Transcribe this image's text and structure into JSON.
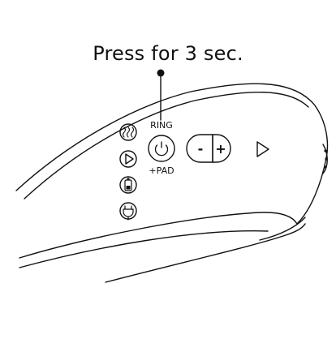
{
  "callout": {
    "text": "Press for 3 sec."
  },
  "power_button": {
    "label_top": "RING",
    "label_bottom": "+PAD"
  },
  "controls": {
    "minus": "-",
    "plus": "+"
  },
  "colors": {
    "ink": "#111111",
    "background": "#ffffff"
  },
  "icons": [
    "heat-icon",
    "play-mode-icon",
    "battery-icon",
    "plug-icon",
    "power-icon",
    "play-icon"
  ]
}
